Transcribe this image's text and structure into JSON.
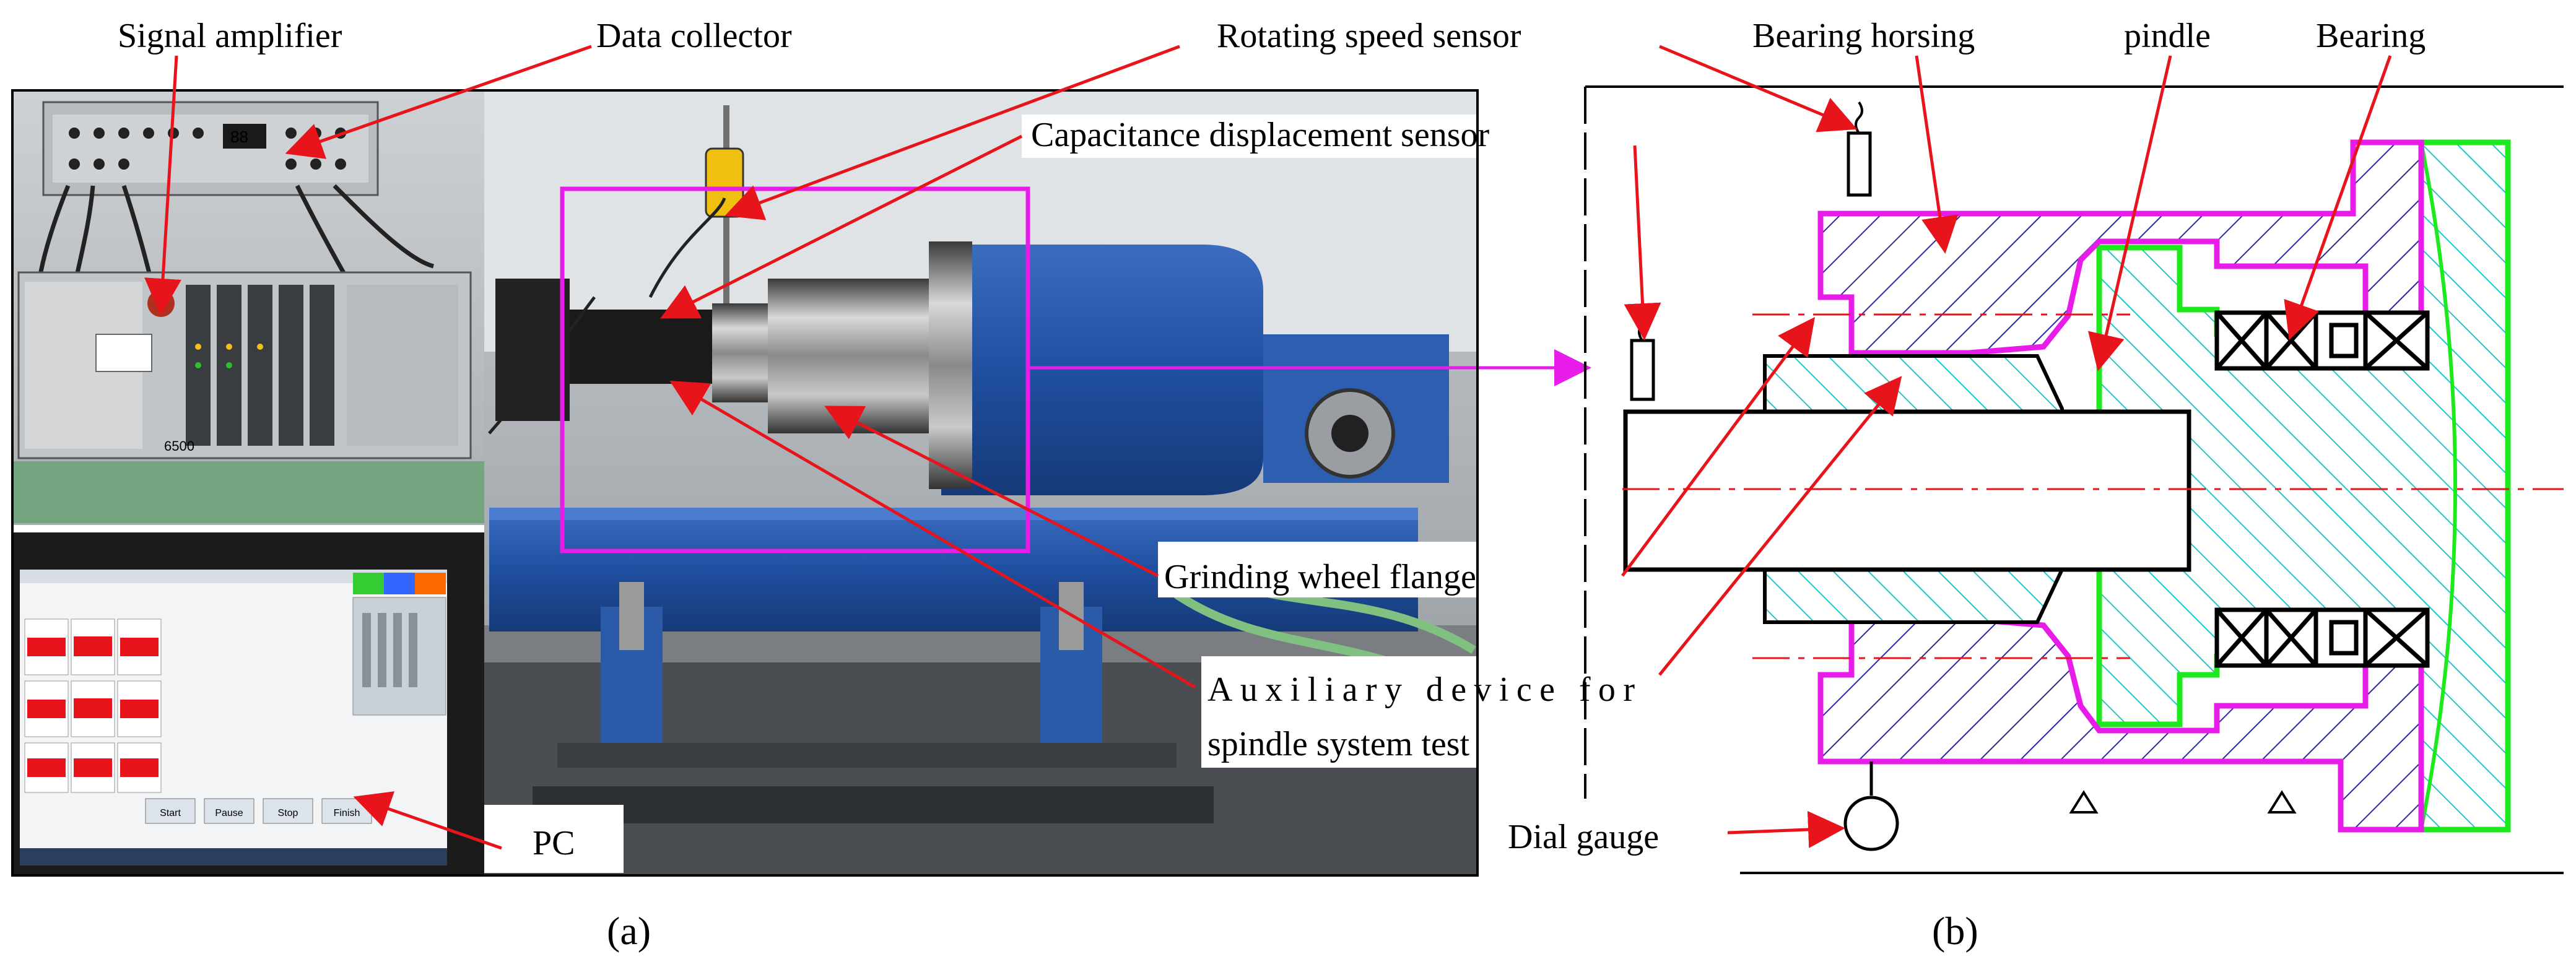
{
  "labels": {
    "signal_amplifier": "Signal amplifier",
    "data_collector": "Data collector",
    "rotating_speed_sensor": "Rotating speed sensor",
    "capacitance_sensor": "Capacitance displacement sensor",
    "grinding_wheel_flange": "Grinding wheel flange",
    "auxiliary_line1": "Auxiliary device for",
    "auxiliary_line2": "spindle system test",
    "pc": "PC",
    "bearing_horsing": "Bearing horsing",
    "pindle": "pindle",
    "bearing": "Bearing",
    "dial_gauge": "Dial gauge",
    "caption_a": "(a)",
    "caption_b": "(b)"
  },
  "pc_screen": {
    "buttons": [
      "Start",
      "Pause",
      "Stop",
      "Finish"
    ]
  },
  "instrument": {
    "model": "6500"
  },
  "colors": {
    "annotation_arrow": "#e8141b",
    "magenta_outline": "#e81ce8",
    "green_outline": "#1ee81e",
    "cyan_hatch": "#20c8c8",
    "blue_hatch": "#2a2aa0",
    "machine_blue": "#1f4fa0"
  }
}
